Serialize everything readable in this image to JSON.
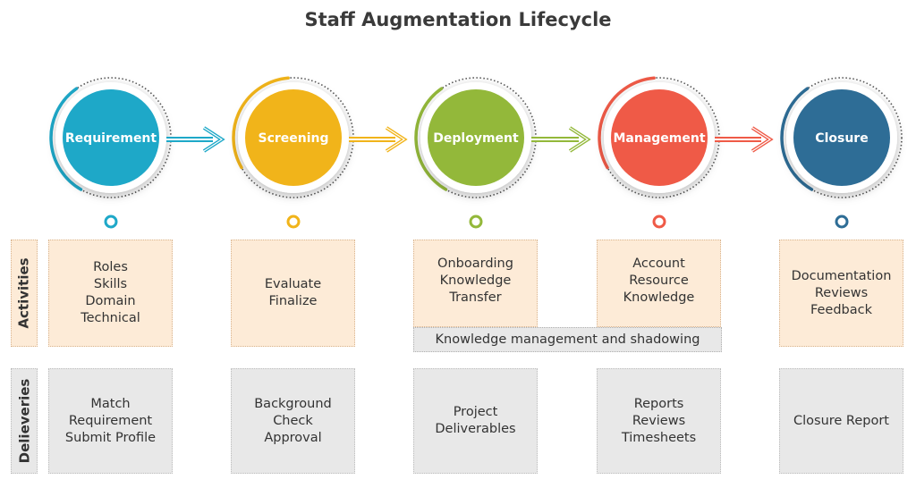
{
  "title": "Staff Augmentation Lifecycle",
  "colors": {
    "requirement": "#1ea8c8",
    "screening": "#f1b41a",
    "deployment": "#93b83a",
    "management": "#ef5a47",
    "closure": "#2e6d96"
  },
  "stages": [
    {
      "label": "Requirement"
    },
    {
      "label": "Screening"
    },
    {
      "label": "Deployment"
    },
    {
      "label": "Management"
    },
    {
      "label": "Closure"
    }
  ],
  "rows": {
    "activities_label": "Activities",
    "deliverables_label": "Delieveries"
  },
  "activities": [
    [
      "Roles",
      "Skills",
      "Domain",
      "Technical"
    ],
    [
      "Evaluate",
      "Finalize"
    ],
    [
      "Onboarding",
      "Knowledge",
      "Transfer"
    ],
    [
      "Account",
      "Resource",
      "Knowledge"
    ],
    [
      "Documentation",
      "Reviews",
      "Feedback"
    ]
  ],
  "shared_activity": "Knowledge management and shadowing",
  "deliverables": [
    [
      "Match",
      "Requirement",
      "Submit Profile"
    ],
    [
      "Background",
      "Check",
      "Approval"
    ],
    [
      "Project",
      "Deliverables"
    ],
    [
      "Reports",
      "Reviews",
      "Timesheets"
    ],
    [
      "Closure Report"
    ]
  ]
}
